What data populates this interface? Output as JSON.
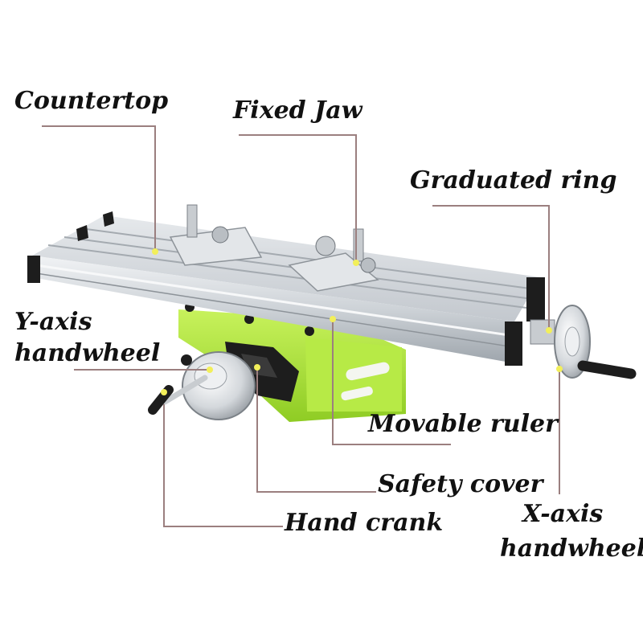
{
  "labels": {
    "countertop": "Countertop",
    "fixed_jaw": "Fixed Jaw",
    "graduated_ring": "Graduated ring",
    "y_axis_line1": "Y-axis",
    "y_axis_line2": "handwheel",
    "movable_ruler": "Movable ruler",
    "safety_cover": "Safety cover",
    "hand_crank": "Hand crank",
    "x_axis_line1": "X-axis",
    "x_axis_line2": "handwheel"
  },
  "colors": {
    "leader_line": "#9b7f7f",
    "marker_dot": "#f2ef5a",
    "base_green": "#a7e23a",
    "aluminum": "#d3d7db",
    "steel_dark": "#1d1d1d"
  }
}
